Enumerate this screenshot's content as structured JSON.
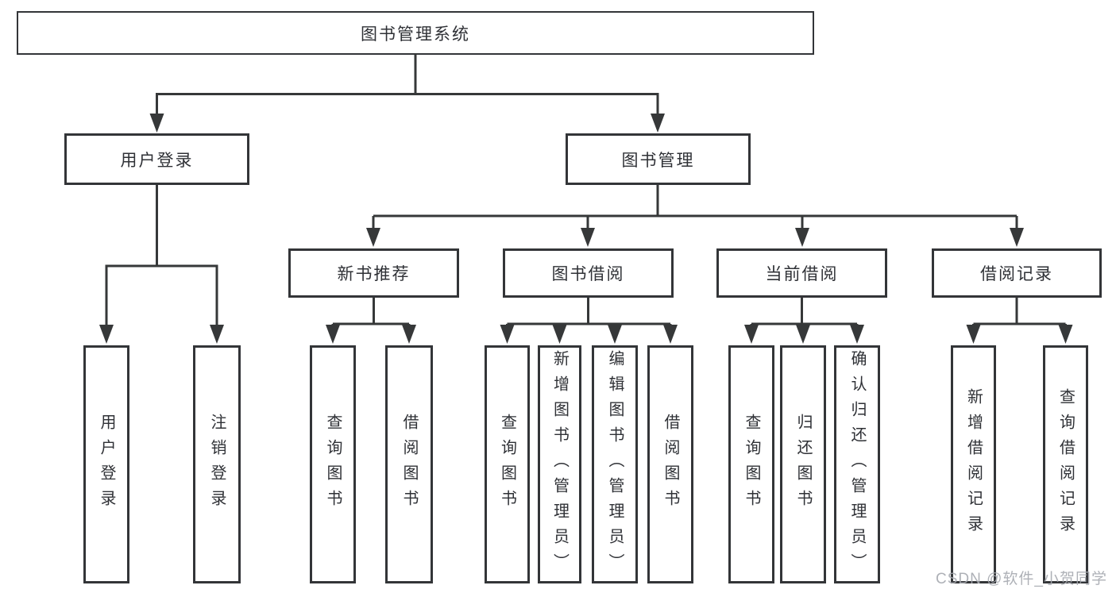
{
  "tree": {
    "label": "图书管理系统",
    "children": [
      {
        "label": "用户登录",
        "children": [
          {
            "label": "用户登录"
          },
          {
            "label": "注销登录"
          }
        ]
      },
      {
        "label": "图书管理",
        "children": [
          {
            "label": "新书推荐",
            "children": [
              {
                "label": "查询图书"
              },
              {
                "label": "借阅图书"
              }
            ]
          },
          {
            "label": "图书借阅",
            "children": [
              {
                "label": "查询图书"
              },
              {
                "label": "新增图书（管理员）"
              },
              {
                "label": "编辑图书（管理员）"
              },
              {
                "label": "借阅图书"
              }
            ]
          },
          {
            "label": "当前借阅",
            "children": [
              {
                "label": "查询图书"
              },
              {
                "label": "归还图书"
              },
              {
                "label": "确认归还（管理员）"
              }
            ]
          },
          {
            "label": "借阅记录",
            "children": [
              {
                "label": "新增借阅记录"
              },
              {
                "label": "查询借阅记录"
              }
            ]
          }
        ]
      }
    ]
  },
  "watermark": {
    "text": "CSDN @软件_小贺同学"
  },
  "colors": {
    "line": "#363839",
    "box_border": "#333538",
    "text": "#2f3136",
    "background": "#ffffff",
    "watermark": "#a5a9af"
  }
}
